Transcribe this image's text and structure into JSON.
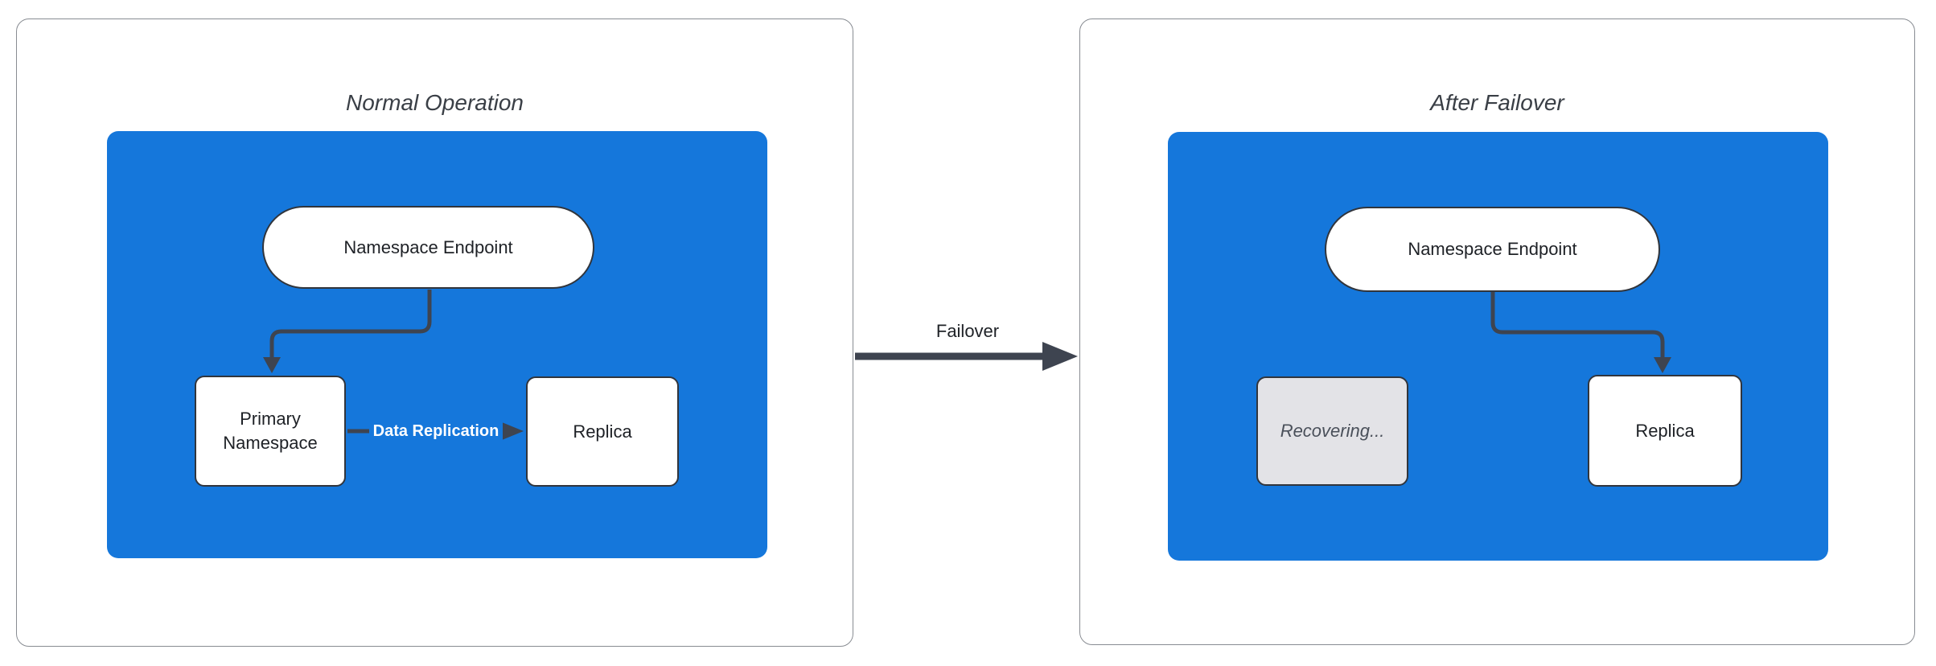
{
  "diagram": {
    "left_panel": {
      "title": "Normal Operation",
      "nodes": {
        "endpoint": "Namespace Endpoint",
        "primary": "Primary Namespace",
        "replica": "Replica"
      },
      "edge_label": "Data Replication"
    },
    "transition": {
      "label": "Failover"
    },
    "right_panel": {
      "title": "After Failover",
      "nodes": {
        "endpoint": "Namespace Endpoint",
        "recovering": "Recovering...",
        "replica": "Replica"
      }
    }
  },
  "colors": {
    "container-blue": "#1577DB",
    "connector-dark": "#3E4450",
    "node-border": "#31353C",
    "node-fill": "#FFFFFF",
    "panel-border": "#888C92",
    "title-text": "#3A3F46",
    "node-text": "#1E2126",
    "recovering-fill": "#E3E3E7",
    "recovering-text": "#4A505A",
    "edge-label-text": "#FFFFFF"
  }
}
